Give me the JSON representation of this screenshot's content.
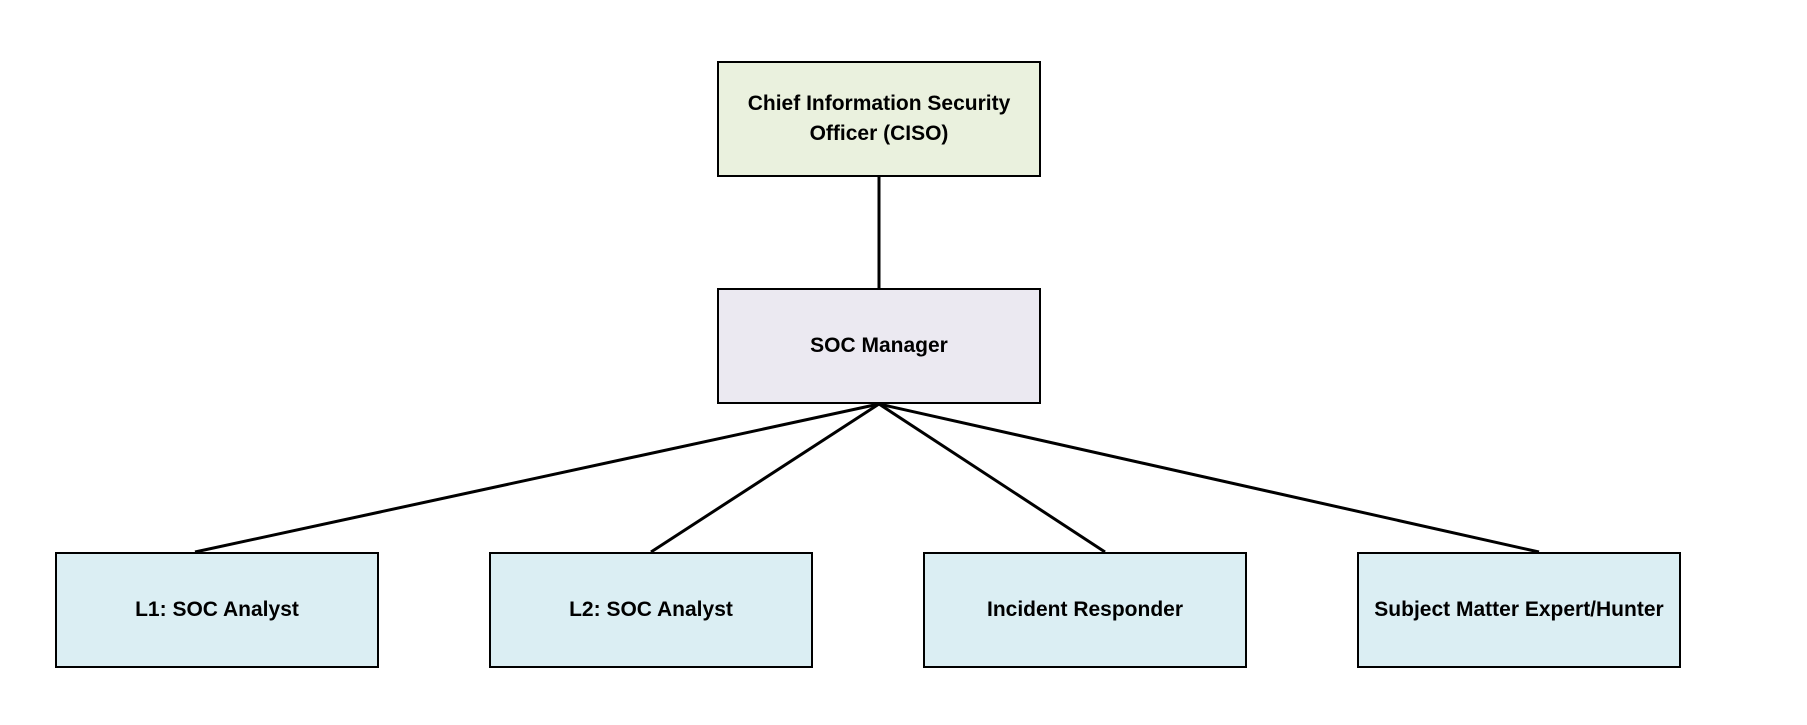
{
  "colors": {
    "executive_fill": "#eaf1de",
    "manager_fill": "#ebe9f1",
    "staff_fill": "#dbeef3",
    "border": "#000000",
    "connector": "#000000"
  },
  "nodes": {
    "ciso": {
      "label": "Chief Information Security\nOfficer (CISO)"
    },
    "soc_manager": {
      "label": "SOC Manager"
    },
    "l1_analyst": {
      "label": "L1: SOC Analyst"
    },
    "l2_analyst": {
      "label": "L2: SOC Analyst"
    },
    "incident_responder": {
      "label": "Incident Responder"
    },
    "sme_hunter": {
      "label": "Subject Matter Expert/Hunter"
    }
  }
}
